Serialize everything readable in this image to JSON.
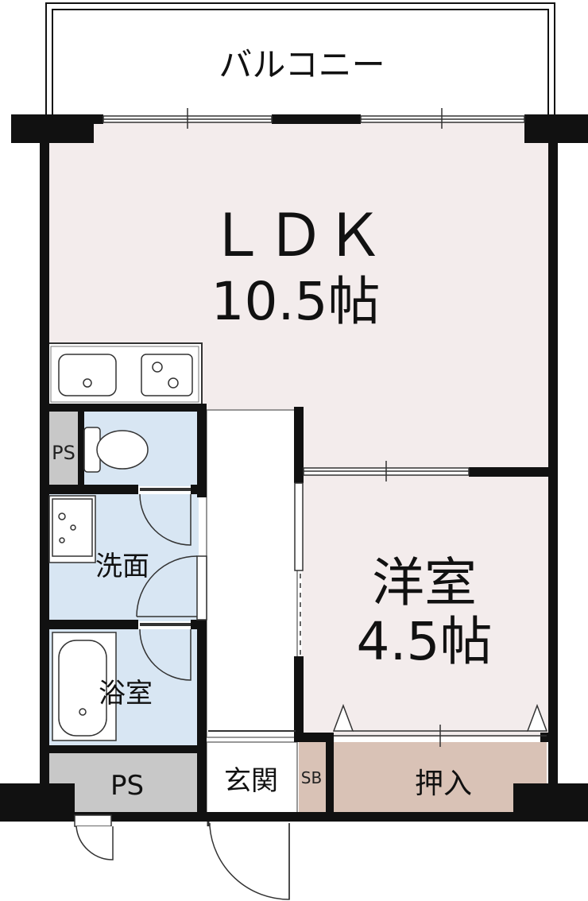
{
  "labels": {
    "balcony": "バルコニー",
    "ldk_name": "ＬＤＫ",
    "ldk_size": "10.5帖",
    "western_name": "洋室",
    "western_size": "4.5帖",
    "washroom": "洗面",
    "bathroom": "浴室",
    "ps_top": "PS",
    "ps_bottom": "PS",
    "entrance": "玄関",
    "shoebox": "SB",
    "closet": "押入"
  },
  "colors": {
    "wall": "#111111",
    "ldk_floor": "#f3ecec",
    "western_floor": "#f3ecec",
    "wet_area_floor": "#d8e6f3",
    "ps_floor": "#c8c8c8",
    "closet_floor": "#d9c2b6",
    "background": "#ffffff"
  }
}
